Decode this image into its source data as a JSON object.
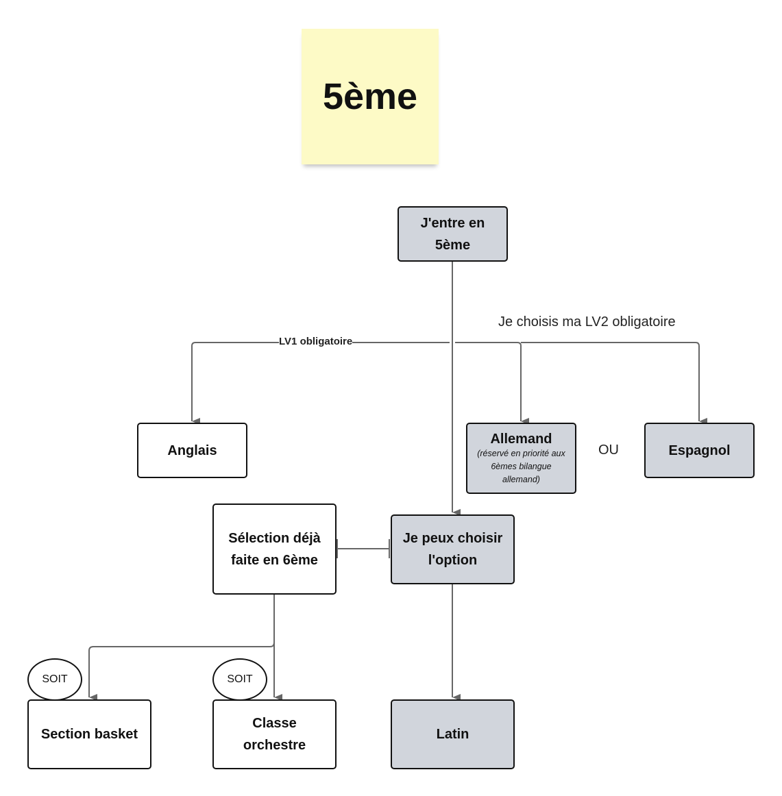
{
  "sticky": {
    "title": "5ème"
  },
  "nodes": {
    "start": {
      "line1": "J'entre en",
      "line2": "5ème"
    },
    "anglais": "Anglais",
    "allemand": {
      "title": "Allemand",
      "note_line1": "(réservé en priorité aux",
      "note_line2": "6èmes bilangue",
      "note_line3": "allemand)"
    },
    "espagnol": "Espagnol",
    "selection": {
      "line1": "Sélection déjà",
      "line2": "faite en 6ème"
    },
    "option": {
      "line1": "Je peux choisir",
      "line2": "l'option"
    },
    "basket": "Section basket",
    "orchestre": {
      "line1": "Classe",
      "line2": "orchestre"
    },
    "latin": "Latin"
  },
  "labels": {
    "lv1": "LV1 obligatoire",
    "lv2": "Je choisis ma LV2 obligatoire",
    "ou": "OU",
    "soit1": "SOIT",
    "soit2": "SOIT"
  },
  "colors": {
    "gray_node": "#d1d5dc",
    "sticky": "#fdfac6",
    "connector": "#666666"
  }
}
